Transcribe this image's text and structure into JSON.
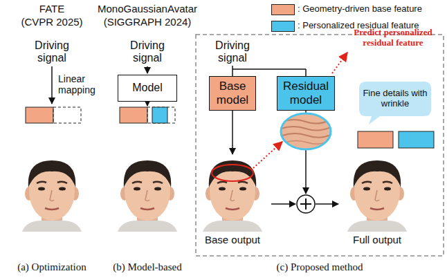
{
  "diagram": {
    "nodes": [
      {
        "text": [
          "Model"
        ]
      },
      {
        "text": [
          "Base model"
        ]
      },
      {
        "text": [
          "Residual model"
        ]
      },
      {
        "text": [
          "Fine details with wrinkle"
        ]
      }
    ],
    "labels": [
      "FATE",
      "(CVPR 2025)",
      "MonoGaussianAvatar",
      "(SIGGRAPH 2024)",
      "Driving signal",
      "Driving signal",
      "Linear mapping",
      "Driving signal",
      "Predict personalized residual feature",
      "Base output",
      "Full output",
      "(a) Optimization",
      "(b) Model-based",
      "(c) Proposed method"
    ],
    "legend": [
      {
        "text": ": Geometry-driven base feature",
        "color": "#f3a683"
      },
      {
        "text": ": Personalized residual feature",
        "color": "#4cc3ea"
      }
    ]
  }
}
